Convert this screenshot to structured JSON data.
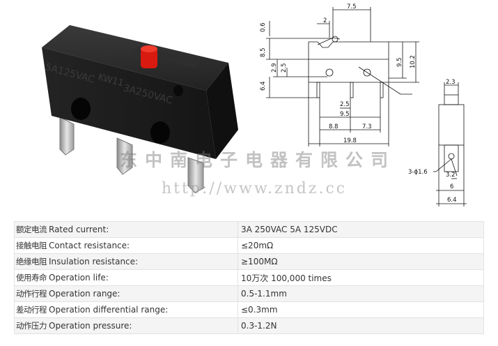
{
  "watermark": {
    "company_cn": "东中南电子电器有限公司",
    "url": "http://www.zndz.cc"
  },
  "product_print": {
    "brand": "KW11",
    "rating_a": "5A125VAC",
    "rating_b": "3A250VAC"
  },
  "dimensions": {
    "top_7_5": "7.5",
    "top_2": "2",
    "top_0_6": "0.6",
    "left_8_5": "8.5",
    "left_2_9": "2.9",
    "left_2_5": "2.5",
    "left_6_4": "6.4",
    "right_9_5": "9.5",
    "right_10_2": "10.2",
    "bot_2_5": "2.5",
    "bot_9_5": "9.5",
    "bot_8_8": "8.8",
    "bot_7_3": "7.3",
    "bot_19_8": "19.8",
    "side_2_3": "2.3",
    "side_holes": "3-ϕ1.6",
    "side_3_2": "3.2",
    "side_6": "6",
    "side_6_4": "6.4"
  },
  "specs": [
    {
      "cn": "额定电流",
      "en": "Rated current:",
      "value": "3A 250VAC 5A 125VDC"
    },
    {
      "cn": "接触电阻",
      "en": "Contact resistance:",
      "value": "≤20mΩ"
    },
    {
      "cn": "绝缘电阻",
      "en": "Insulation resistance:",
      "value": "≥100MΩ"
    },
    {
      "cn": "使用寿命",
      "en": "Operation life:",
      "value": "10万次 100,000 times"
    },
    {
      "cn": "动作行程",
      "en": "Operation range:",
      "value": "0.5-1.1mm"
    },
    {
      "cn": "差动行程",
      "en": "Operation differential range:",
      "value": "≤0.3mm"
    },
    {
      "cn": "动作压力",
      "en": "Operation pressure:",
      "value": "0.3-1.2N"
    }
  ],
  "colors": {
    "switch_body": "#1c1c1c",
    "plunger": "#d81a10",
    "terminal": "#c8c8c8"
  }
}
